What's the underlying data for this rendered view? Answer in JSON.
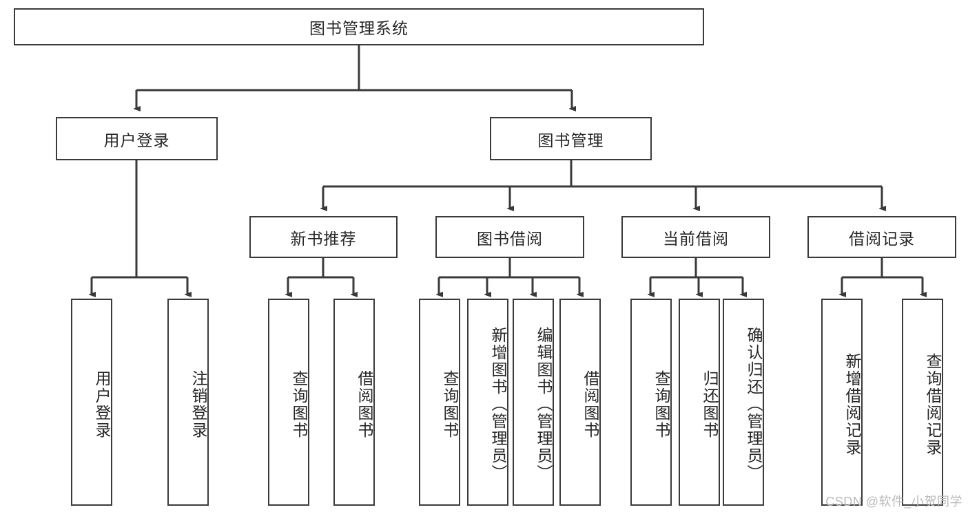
{
  "diagram": {
    "title": "图书管理系统",
    "type": "tree-hierarchy-diagram",
    "colors": {
      "border": "#3a3a3a",
      "background": "#ffffff",
      "text": "#262626",
      "watermark": "#b9b9b9"
    }
  },
  "root": {
    "label": "图书管理系统"
  },
  "level2": [
    {
      "label": "用户登录"
    },
    {
      "label": "图书管理"
    }
  ],
  "level3": [
    {
      "label": "新书推荐"
    },
    {
      "label": "图书借阅"
    },
    {
      "label": "当前借阅"
    },
    {
      "label": "借阅记录"
    }
  ],
  "leaves": {
    "user_login": [
      {
        "label": "用户登录"
      },
      {
        "label": "注销登录"
      }
    ],
    "new_book": [
      {
        "label": "查询图书"
      },
      {
        "label": "借阅图书"
      }
    ],
    "book_borrow": [
      {
        "label": "查询图书"
      },
      {
        "label": "新增图书（管理员）"
      },
      {
        "label": "编辑图书（管理员）"
      },
      {
        "label": "借阅图书"
      }
    ],
    "current_borrow": [
      {
        "label": "查询图书"
      },
      {
        "label": "归还图书"
      },
      {
        "label": "确认归还（管理员）"
      }
    ],
    "borrow_record": [
      {
        "label": "新增借阅记录"
      },
      {
        "label": "查询借阅记录"
      }
    ]
  },
  "watermark": {
    "text": "CSDN @软件_小贺同学"
  }
}
